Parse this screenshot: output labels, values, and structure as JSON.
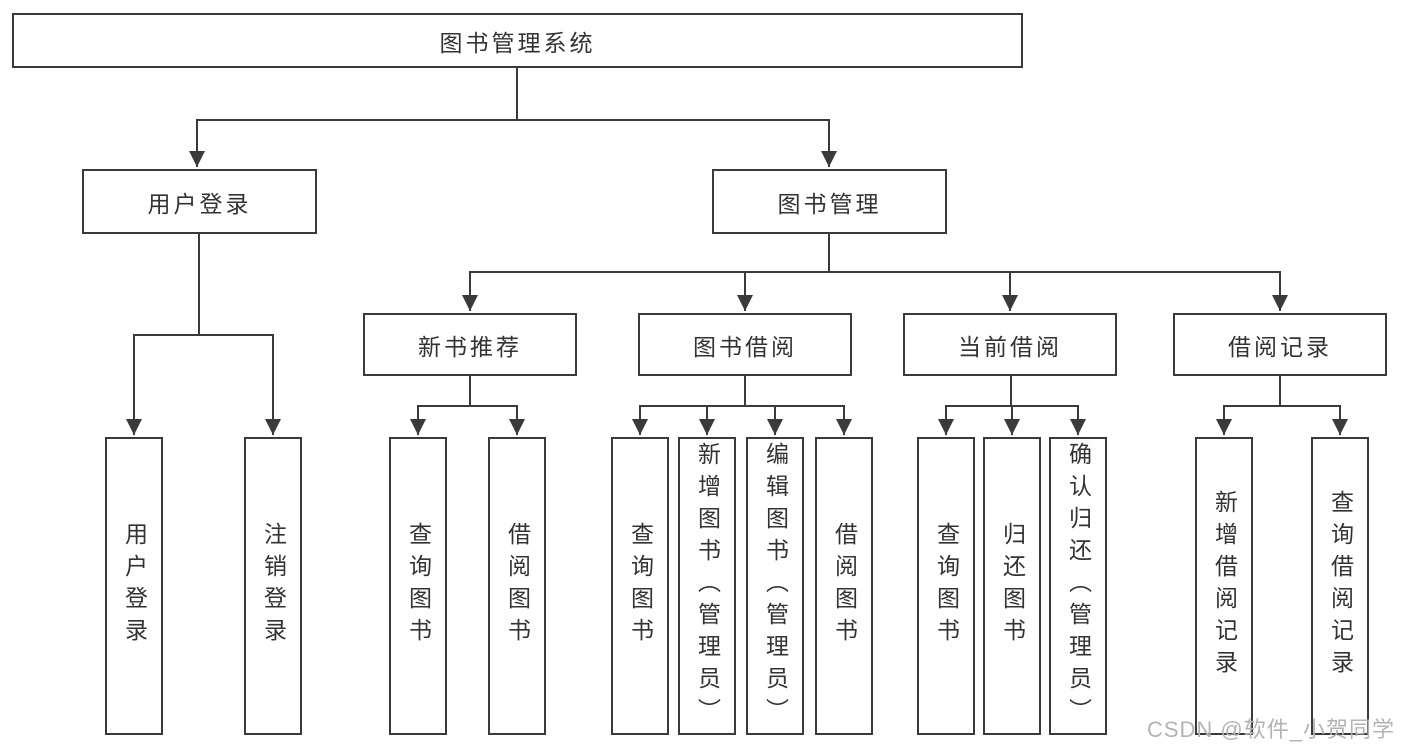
{
  "diagram": {
    "root": "图书管理系统",
    "branches": [
      {
        "label": "用户登录",
        "children": [
          "用户登录",
          "注销登录"
        ]
      },
      {
        "label": "图书管理",
        "groups": [
          {
            "label": "新书推荐",
            "children": [
              "查询图书",
              "借阅图书"
            ]
          },
          {
            "label": "图书借阅",
            "children": [
              "查询图书",
              "新增图书（管理员）",
              "编辑图书（管理员）",
              "借阅图书"
            ]
          },
          {
            "label": "当前借阅",
            "children": [
              "查询图书",
              "归还图书",
              "确认归还（管理员）"
            ]
          },
          {
            "label": "借阅记录",
            "children": [
              "新增借阅记录",
              "查询借阅记录"
            ]
          }
        ]
      }
    ]
  },
  "watermark": {
    "text": "CSDN @软件_小贺同学"
  },
  "colors": {
    "line": "#3a3a3a",
    "box_border": "#3a3a3a",
    "text": "#333333",
    "watermark": "#b3b3b3",
    "background": "#ffffff"
  }
}
